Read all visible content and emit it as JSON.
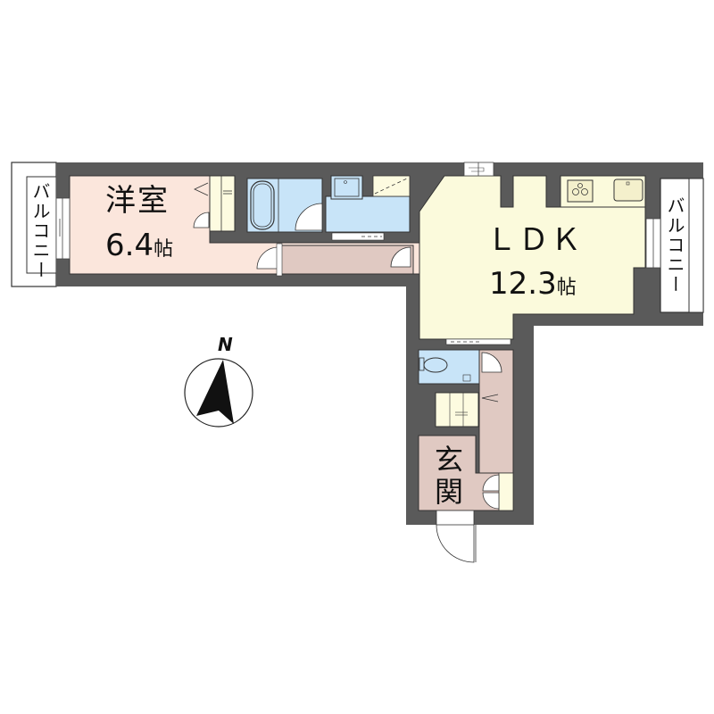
{
  "floor_plan": {
    "rooms": {
      "western_room": {
        "name": "洋室",
        "size": "6.4",
        "unit": "帖"
      },
      "ldk": {
        "name": "ＬＤＫ",
        "size": "12.3",
        "unit": "帖"
      },
      "entrance": {
        "name": "玄関"
      }
    },
    "balconies": {
      "left": {
        "label": "バルコニー"
      },
      "right": {
        "label": "バルコニー"
      }
    },
    "compass": {
      "label": "N"
    },
    "colors": {
      "wall": "#5a5a5a",
      "western_room": "#fbe6dc",
      "hallway": "#e0c9c2",
      "ldk": "#fbfadc",
      "wet_area": "#c8e4f8",
      "storage": "#fdfbe0",
      "balcony": "#ffffff",
      "entrance": "#e0c9c2"
    }
  }
}
